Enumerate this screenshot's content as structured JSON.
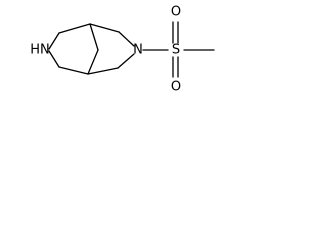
{
  "molecule": {
    "atoms": {
      "nh": "HN",
      "n": "N",
      "s": "S",
      "o_top": "O",
      "o_bottom": "O"
    }
  }
}
